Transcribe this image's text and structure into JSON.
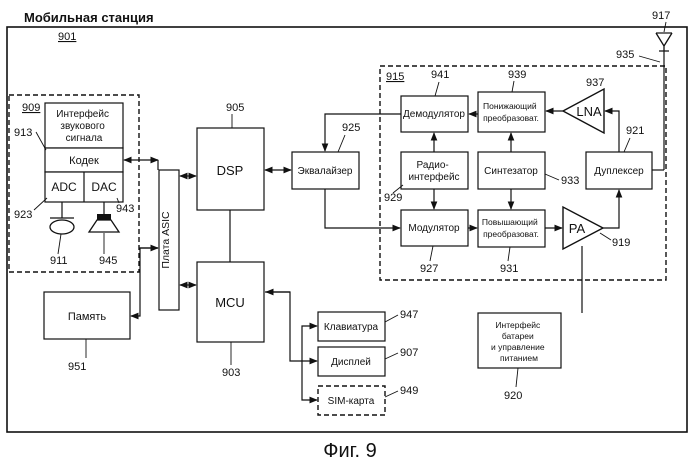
{
  "title": "Мобильная станция",
  "title_ref": "901",
  "caption": "Фиг. 9",
  "blocks": {
    "audio_interface": [
      "Интерфейс",
      "звукового",
      "сигнала"
    ],
    "codec": "Кодек",
    "adc": "ADC",
    "dac": "DAC",
    "asic": "Плата ASIC",
    "dsp": "DSP",
    "mcu": "MCU",
    "memory": "Память",
    "equalizer": "Эквалайзер",
    "demodulator": "Демодулятор",
    "modulator": "Модулятор",
    "radio_interface": [
      "Радио-",
      "интерфейс"
    ],
    "downconverter": [
      "Понижающий",
      "преобразоват."
    ],
    "upconverter": [
      "Повышающий",
      "преобразоват."
    ],
    "synthesizer": "Синтезатор",
    "lna": "LNA",
    "pa": "PA",
    "duplexer": "Дуплексер",
    "keyboard": "Клавиатура",
    "display": "Дисплей",
    "sim": "SIM-карта",
    "battery": [
      "Интерфейс",
      "батареи",
      "и управление",
      "питанием"
    ]
  },
  "refs": {
    "r903": "903",
    "r905": "905",
    "r907": "907",
    "r909": "909",
    "r911": "911",
    "r913": "913",
    "r915": "915",
    "r917": "917",
    "r919": "919",
    "r920": "920",
    "r921": "921",
    "r923": "923",
    "r925": "925",
    "r927": "927",
    "r929": "929",
    "r931": "931",
    "r933": "933",
    "r935": "935",
    "r937": "937",
    "r939": "939",
    "r941": "941",
    "r943": "943",
    "r945": "945",
    "r947": "947",
    "r949": "949",
    "r951": "951"
  }
}
